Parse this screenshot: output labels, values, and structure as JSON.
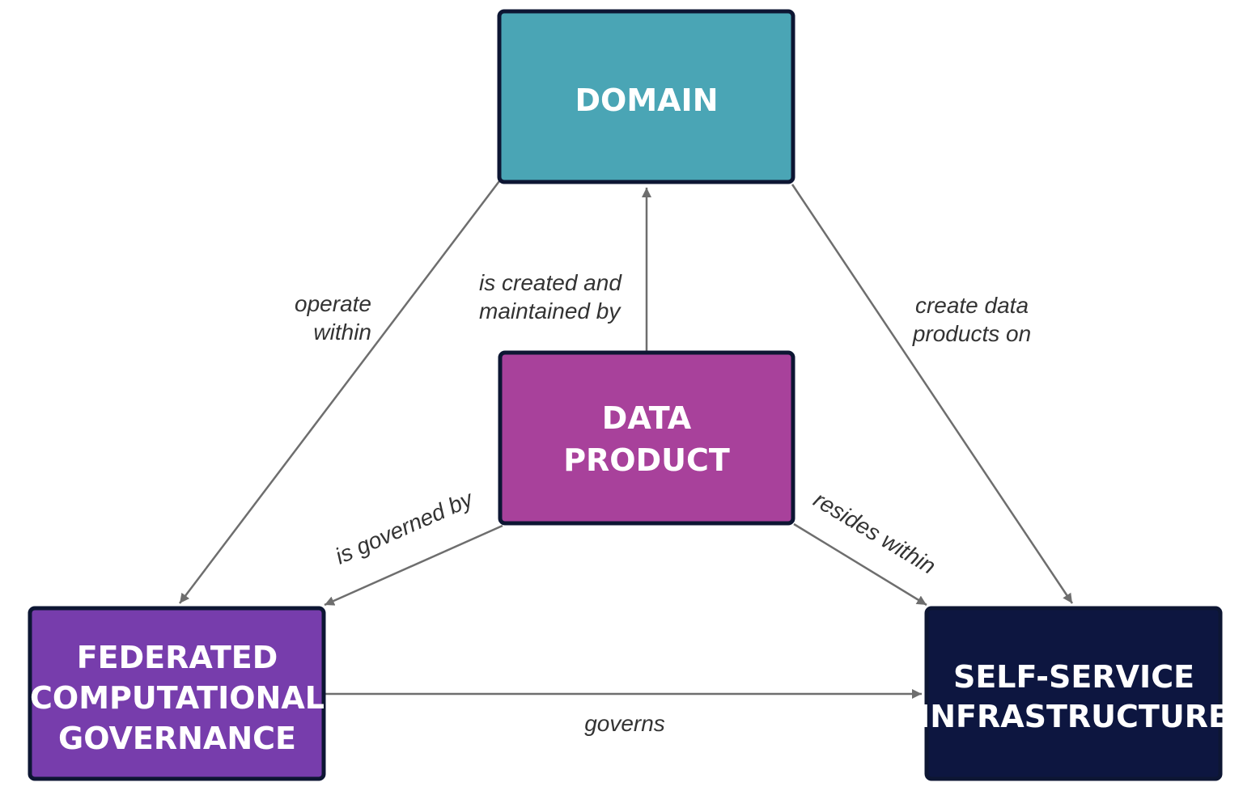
{
  "nodes": {
    "domain": {
      "lines": [
        "DOMAIN"
      ],
      "color": "#4aa5b5"
    },
    "data_product": {
      "lines": [
        "DATA",
        "PRODUCT"
      ],
      "color": "#a8419b"
    },
    "governance": {
      "lines": [
        "FEDERATED",
        "COMPUTATIONAL",
        "GOVERNANCE"
      ],
      "color": "#773dac"
    },
    "infrastructure": {
      "lines": [
        "SELF-SERVICE",
        "INFRASTRUCTURE"
      ],
      "color": "#0d1640"
    }
  },
  "edges": {
    "operate_within": [
      "operate",
      "within"
    ],
    "created_maintained": [
      "is created and",
      "maintained by"
    ],
    "create_products_on": [
      "create data",
      "products on"
    ],
    "governed_by": [
      "is governed by"
    ],
    "resides_within": [
      "resides within"
    ],
    "governs": [
      "governs"
    ]
  }
}
